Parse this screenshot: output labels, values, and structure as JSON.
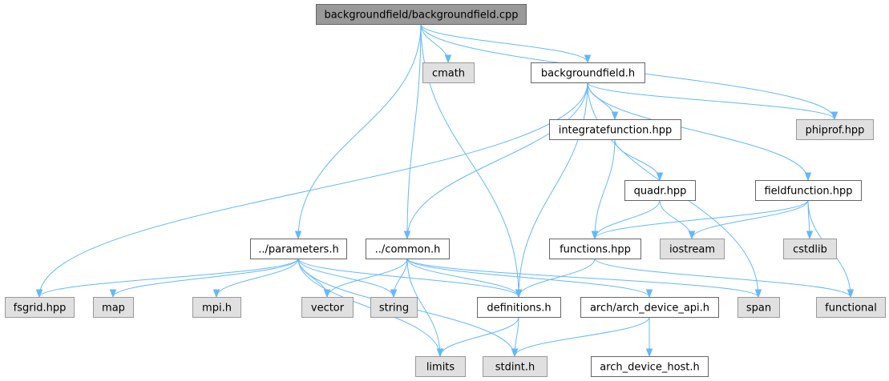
{
  "colors": {
    "edge": "#63b8ff",
    "root_fill": "#999999",
    "root_stroke": "#666666",
    "documented_fill": "#ffffff",
    "documented_stroke": "#666666",
    "external_fill": "#e0e0e0",
    "external_stroke": "#999999",
    "text": "#000000"
  },
  "nodes": {
    "root": {
      "label": "backgroundfield/backgroundfield.cpp",
      "kind": "root"
    },
    "cmath": {
      "label": "cmath",
      "kind": "external"
    },
    "backgroundfield_h": {
      "label": "backgroundfield.h",
      "kind": "documented"
    },
    "phiprof": {
      "label": "phiprof.hpp",
      "kind": "external"
    },
    "integratefunction": {
      "label": "integratefunction.hpp",
      "kind": "documented"
    },
    "quadr": {
      "label": "quadr.hpp",
      "kind": "documented"
    },
    "fieldfunction": {
      "label": "fieldfunction.hpp",
      "kind": "documented"
    },
    "parameters": {
      "label": "../parameters.h",
      "kind": "documented"
    },
    "common": {
      "label": "../common.h",
      "kind": "documented"
    },
    "functions": {
      "label": "functions.hpp",
      "kind": "documented"
    },
    "iostream": {
      "label": "iostream",
      "kind": "external"
    },
    "cstdlib": {
      "label": "cstdlib",
      "kind": "external"
    },
    "fsgrid": {
      "label": "fsgrid.hpp",
      "kind": "external"
    },
    "map": {
      "label": "map",
      "kind": "external"
    },
    "mpi": {
      "label": "mpi.h",
      "kind": "external"
    },
    "vector": {
      "label": "vector",
      "kind": "external"
    },
    "string": {
      "label": "string",
      "kind": "external"
    },
    "definitions": {
      "label": "definitions.h",
      "kind": "documented"
    },
    "arch_api": {
      "label": "arch/arch_device_api.h",
      "kind": "documented"
    },
    "span": {
      "label": "span",
      "kind": "external"
    },
    "functional": {
      "label": "functional",
      "kind": "external"
    },
    "limits": {
      "label": "limits",
      "kind": "external"
    },
    "stdint": {
      "label": "stdint.h",
      "kind": "external"
    },
    "arch_host": {
      "label": "arch_device_host.h",
      "kind": "documented"
    }
  },
  "edges": [
    [
      "root",
      "cmath"
    ],
    [
      "root",
      "backgroundfield_h"
    ],
    [
      "root",
      "phiprof"
    ],
    [
      "root",
      "parameters"
    ],
    [
      "root",
      "common"
    ],
    [
      "root",
      "definitions"
    ],
    [
      "backgroundfield_h",
      "integratefunction"
    ],
    [
      "backgroundfield_h",
      "phiprof"
    ],
    [
      "backgroundfield_h",
      "fieldfunction"
    ],
    [
      "backgroundfield_h",
      "fsgrid"
    ],
    [
      "backgroundfield_h",
      "common"
    ],
    [
      "backgroundfield_h",
      "definitions"
    ],
    [
      "backgroundfield_h",
      "span"
    ],
    [
      "integratefunction",
      "quadr"
    ],
    [
      "integratefunction",
      "functions"
    ],
    [
      "quadr",
      "functions"
    ],
    [
      "quadr",
      "iostream"
    ],
    [
      "fieldfunction",
      "functions"
    ],
    [
      "fieldfunction",
      "iostream"
    ],
    [
      "fieldfunction",
      "cstdlib"
    ],
    [
      "fieldfunction",
      "functional"
    ],
    [
      "functions",
      "definitions"
    ],
    [
      "functions",
      "functional"
    ],
    [
      "parameters",
      "fsgrid"
    ],
    [
      "parameters",
      "map"
    ],
    [
      "parameters",
      "mpi"
    ],
    [
      "parameters",
      "vector"
    ],
    [
      "parameters",
      "string"
    ],
    [
      "parameters",
      "definitions"
    ],
    [
      "parameters",
      "limits"
    ],
    [
      "parameters",
      "stdint"
    ],
    [
      "common",
      "vector"
    ],
    [
      "common",
      "string"
    ],
    [
      "common",
      "definitions"
    ],
    [
      "common",
      "arch_api"
    ],
    [
      "common",
      "span"
    ],
    [
      "common",
      "limits"
    ],
    [
      "definitions",
      "limits"
    ],
    [
      "definitions",
      "stdint"
    ],
    [
      "arch_api",
      "arch_host"
    ],
    [
      "arch_api",
      "stdint"
    ]
  ]
}
